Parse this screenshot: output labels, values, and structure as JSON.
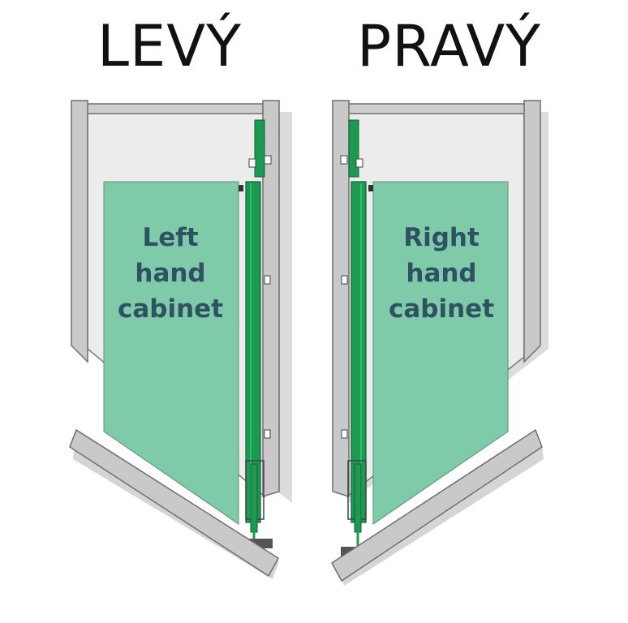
{
  "titles": {
    "left": "LEVÝ",
    "right": "PRAVÝ"
  },
  "cabinets": {
    "left": {
      "lines": [
        "Left",
        "hand",
        "cabinet"
      ]
    },
    "right": {
      "lines": [
        "Right",
        "hand",
        "cabinet"
      ]
    }
  },
  "colors": {
    "frame_gray": "#c9c9c9",
    "frame_stroke": "#6f6f6f",
    "interior_gray": "#ececec",
    "shadow_gray": "#d8d8d8",
    "panel_green": "#7fcba9",
    "rail_green": "#1d9a52",
    "label_text": "#2f5262"
  }
}
